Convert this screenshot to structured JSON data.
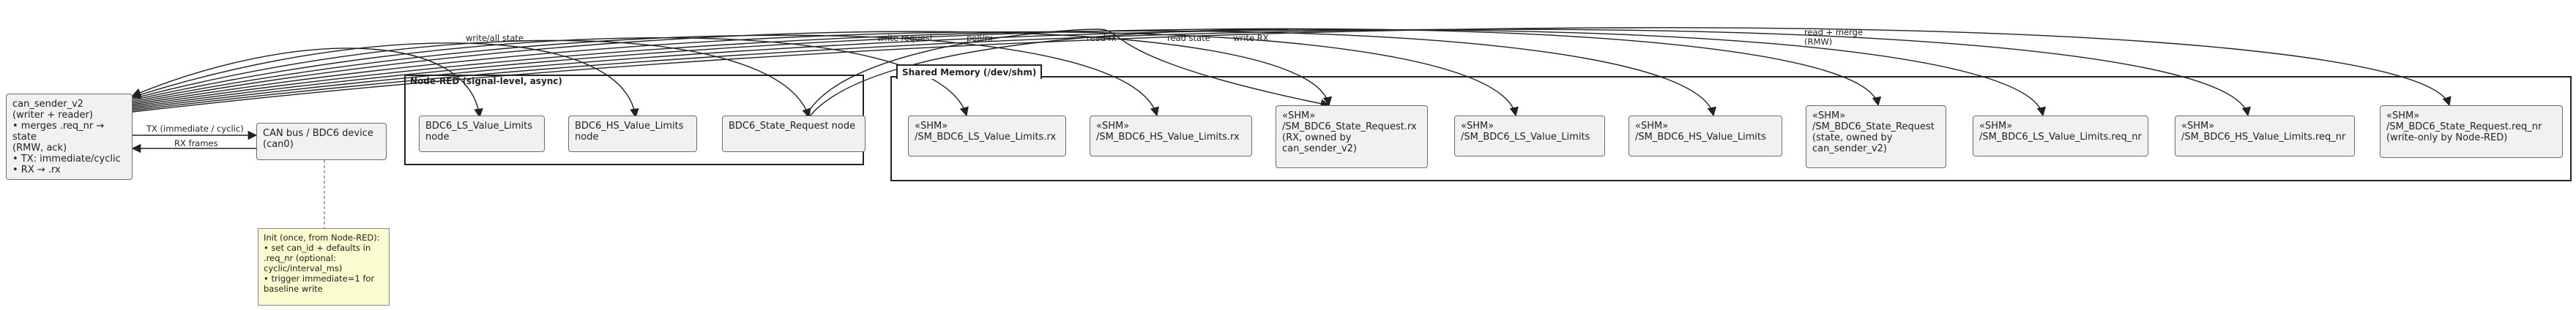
{
  "packages": {
    "nodered": "Node-RED (signal-level, async)",
    "shm": "Shared Memory  (/dev/shm)"
  },
  "nodes": {
    "can_sender": "can_sender_v2\n(writer + reader)\n• merges .req_nr → state\n(RMW, ack)\n• TX: immediate/cyclic\n• RX → .rx",
    "can_bus": "CAN bus / BDC6 device\n(can0)",
    "init_note": "Init (once, from Node-RED):\n• set can_id + defaults in\n.req_nr (optional:\ncyclic/interval_ms)\n• trigger immediate=1 for\nbaseline write",
    "nr_ls": "BDC6_LS_Value_Limits\nnode",
    "nr_hs": "BDC6_HS_Value_Limits\nnode",
    "nr_state": "BDC6_State_Request node",
    "shm_ls_rx": "«SHM»\n/SM_BDC6_LS_Value_Limits.rx",
    "shm_hs_rx": "«SHM»\n/SM_BDC6_HS_Value_Limits.rx",
    "shm_state_rx": "«SHM»\n/SM_BDC6_State_Request.rx\n(RX, owned by\ncan_sender_v2)",
    "shm_ls": "«SHM»\n/SM_BDC6_LS_Value_Limits",
    "shm_hs": "«SHM»\n/SM_BDC6_HS_Value_Limits",
    "shm_state": "«SHM»\n/SM_BDC6_State_Request\n(state, owned by\ncan_sender_v2)",
    "shm_ls_req": "«SHM»\n/SM_BDC6_LS_Value_Limits.req_nr",
    "shm_hs_req": "«SHM»\n/SM_BDC6_HS_Value_Limits.req_nr",
    "shm_state_req": "«SHM»\n/SM_BDC6_State_Request.req_nr\n(write-only by Node-RED)"
  },
  "edge_labels": {
    "tx": "TX (immediate / cyclic)",
    "rx": "RX frames",
    "write_all_state": "write/all state",
    "write_request": "write request",
    "poll_rx": "poll/rx",
    "read_rx": "read rx",
    "read_state": "read state",
    "write_rx": "write RX",
    "read_merge": "read + merge\n(RMW)"
  }
}
